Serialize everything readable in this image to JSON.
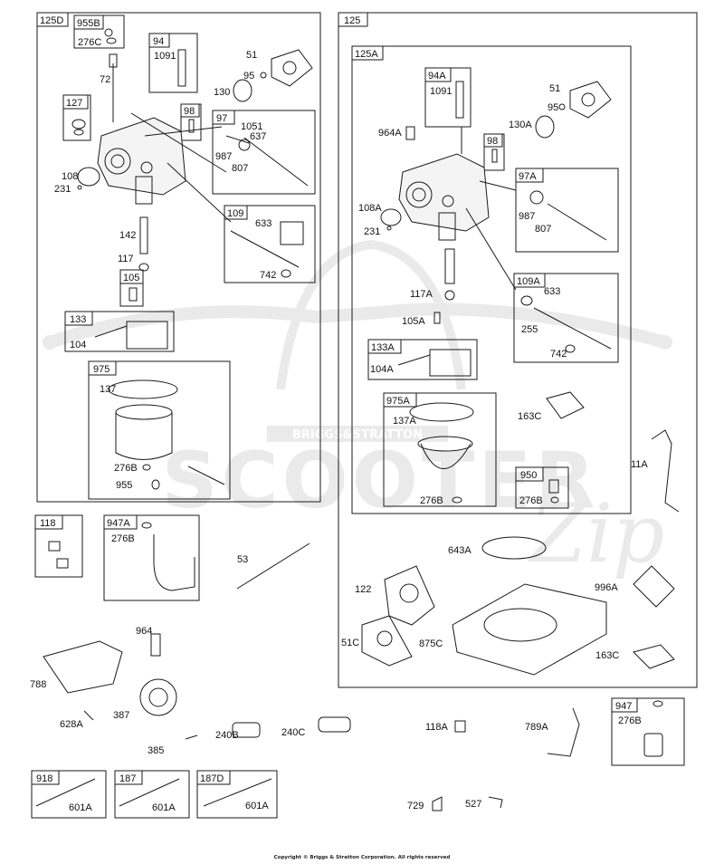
{
  "watermark": {
    "text": "SCOOTER",
    "subtext": "BRIGGS&STRATTON",
    "script": "Zip"
  },
  "footer": "Copyright © Briggs & Stratton Corporation. All rights reserved",
  "colors": {
    "line": "#1a1a1a",
    "watermark": "#d9d9d9"
  },
  "box_titles": {
    "b125": "125",
    "b125A": "125A",
    "b125D": "125D",
    "b955B": "955B",
    "b94": "94",
    "b98": "98",
    "b97": "97",
    "b127": "127",
    "b109": "109",
    "b105": "105",
    "b133": "133",
    "b975": "975",
    "b118": "118",
    "b947A": "947A",
    "b94A": "94A",
    "b98r": "98",
    "b97A": "97A",
    "b109A": "109A",
    "b133A": "133A",
    "b975A": "975A",
    "b950": "950",
    "b947": "947",
    "b918": "918",
    "b187": "187",
    "b187D": "187D"
  },
  "labels": {
    "l276C": "276C",
    "l1091": "1091",
    "l51": "51",
    "l72": "72",
    "l95": "95",
    "l130": "130",
    "l1051": "1051",
    "l637": "637",
    "l987": "987",
    "l807": "807",
    "l108": "108",
    "l231": "231",
    "l633": "633",
    "l142": "142",
    "l117": "117",
    "l742": "742",
    "l104": "104",
    "l137": "137",
    "l276B": "276B",
    "l955": "955",
    "l276B2": "276B",
    "l53": "53",
    "l964": "964",
    "l788": "788",
    "l387": "387",
    "l628A": "628A",
    "l385": "385",
    "l240B": "240B",
    "l240C": "240C",
    "l601A1": "601A",
    "l601A2": "601A",
    "l601A3": "601A",
    "r1091": "1091",
    "r51": "51",
    "r95": "95",
    "r130A": "130A",
    "r964A": "964A",
    "r987": "987",
    "r807": "807",
    "r108A": "108A",
    "r231": "231",
    "r633": "633",
    "r117A": "117A",
    "r105A": "105A",
    "r255": "255",
    "r104A": "104A",
    "r742": "742",
    "r137A": "137A",
    "r163C1": "163C",
    "r276B": "276B",
    "r276B2": "276B",
    "r11A": "11A",
    "r643A": "643A",
    "r122": "122",
    "r996A": "996A",
    "r51C": "51C",
    "r875C": "875C",
    "r163C2": "163C",
    "r118A": "118A",
    "r789A": "789A",
    "r276B3": "276B",
    "r729": "729",
    "r527": "527"
  }
}
